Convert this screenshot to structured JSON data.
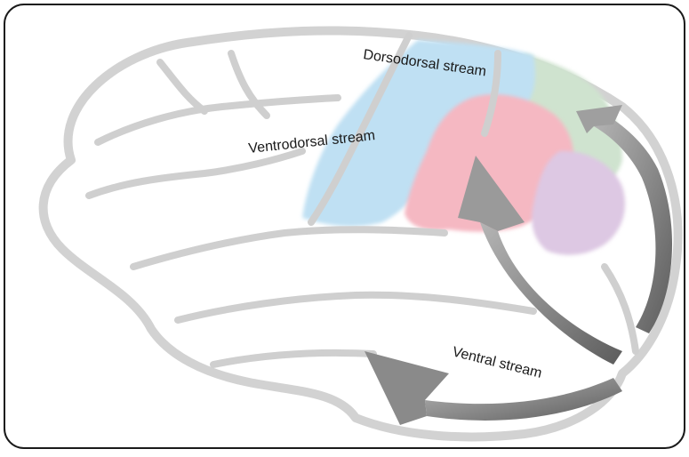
{
  "labels": {
    "dorsodorsal": "Dorsodorsal stream",
    "ventrodorsal": "Ventrodorsal stream",
    "ventral": "Ventral stream"
  },
  "colors": {
    "frame": "#1a1a1a",
    "brain_fill": "#ffffff",
    "brain_stroke": "#d2d2d2",
    "sulcus": "#cfcfcf",
    "dorsodorsal_region": "#cfe3cf",
    "ventrodorsal_region": "#bfe0f3",
    "red_region": "#f5b8c2",
    "purple_region": "#ddc8e3",
    "arrow_light": "#b5b5b5",
    "arrow_mid": "#8a8a8a",
    "arrow_dark": "#5c5c5c"
  }
}
